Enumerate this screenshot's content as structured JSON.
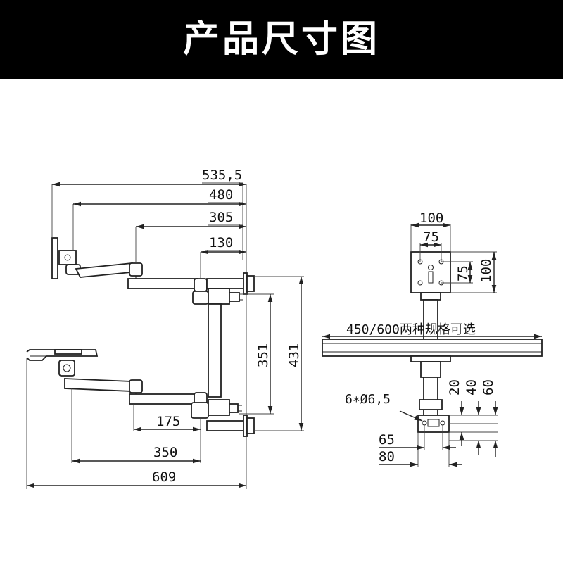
{
  "header": {
    "title": "产品尺寸图"
  },
  "dimensions": {
    "d535": "535,5",
    "d480": "480",
    "d305": "305",
    "d130": "130",
    "d351": "351",
    "d431": "431",
    "d175": "175",
    "d350": "350",
    "d609": "609",
    "vesa_outer": "100",
    "vesa_inner": "75",
    "vesa_inner_v": "75",
    "vesa_outer_v": "100",
    "desk_note": "450/600两种规格可选",
    "holes_note": "6∗Ø6,5",
    "d20": "20",
    "d40": "40",
    "d60": "60",
    "d65": "65",
    "d80": "80"
  },
  "colors": {
    "header_bg": "#000000",
    "header_text": "#ffffff",
    "line": "#222222"
  }
}
